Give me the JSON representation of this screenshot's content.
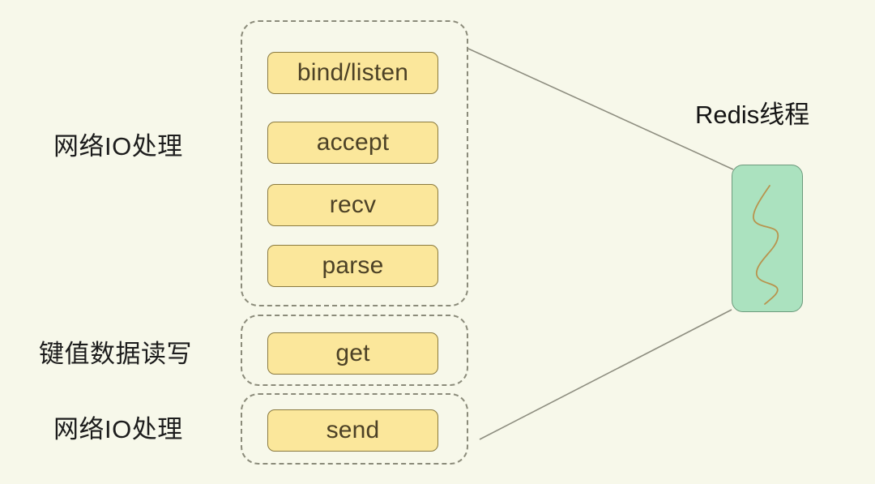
{
  "diagram": {
    "background_color": "#f7f8ea",
    "stage_labels": [
      {
        "id": "network-io-top",
        "text": "网络IO处理"
      },
      {
        "id": "kv-read-write",
        "text": "键值数据读写"
      },
      {
        "id": "network-io-bottom",
        "text": "网络IO处理"
      }
    ],
    "groups": [
      {
        "id": "network-io-group",
        "label_ref": "network-io-top",
        "operations": [
          "bind/listen",
          "accept",
          "recv",
          "parse"
        ]
      },
      {
        "id": "kv-group",
        "label_ref": "kv-read-write",
        "operations": [
          "get"
        ]
      },
      {
        "id": "send-group",
        "label_ref": "network-io-bottom",
        "operations": [
          "send"
        ]
      }
    ],
    "operations": [
      {
        "id": "op-bind-listen",
        "label": "bind/listen"
      },
      {
        "id": "op-accept",
        "label": "accept"
      },
      {
        "id": "op-recv",
        "label": "recv"
      },
      {
        "id": "op-parse",
        "label": "parse"
      },
      {
        "id": "op-get",
        "label": "get"
      },
      {
        "id": "op-send",
        "label": "send"
      }
    ],
    "thread": {
      "title": "Redis线程",
      "box_fill": "#abe2bf",
      "box_stroke": "#6d9a7c",
      "squiggle_color": "#b8944e"
    },
    "colors": {
      "chip_fill": "#fbe79b",
      "chip_stroke": "#8a7a3f",
      "chip_text": "#4c4126",
      "group_dash_stroke": "#8b8b7a",
      "connector_stroke": "#8e8e80",
      "label_text": "#1c1c1c"
    },
    "connectors": [
      {
        "id": "connector-top",
        "from": "network-io-group",
        "to": "thread-box"
      },
      {
        "id": "connector-bottom",
        "from": "send-group",
        "to": "thread-box"
      }
    ]
  }
}
